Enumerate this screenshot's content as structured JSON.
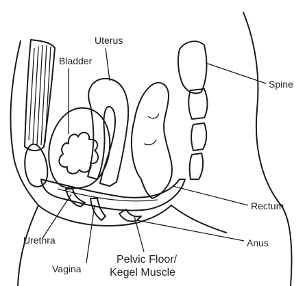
{
  "labels": {
    "uterus": "Uterus",
    "bladder": "Bladder",
    "spine": "Spine",
    "rectum": "Rectum",
    "urethra": "Urethra",
    "anus": "Anus",
    "vagina": "Vagina",
    "pelvic_floor_line1": "Pelvic Floor/",
    "pelvic_floor_line2": "Kegel Muscle"
  },
  "colors": {
    "pelvic_floor_muscle": "#d86fc9",
    "uterus_fill": "#a8a8a8",
    "bone_fill": "#e6e6e6",
    "outline": "#1a1a1a"
  }
}
